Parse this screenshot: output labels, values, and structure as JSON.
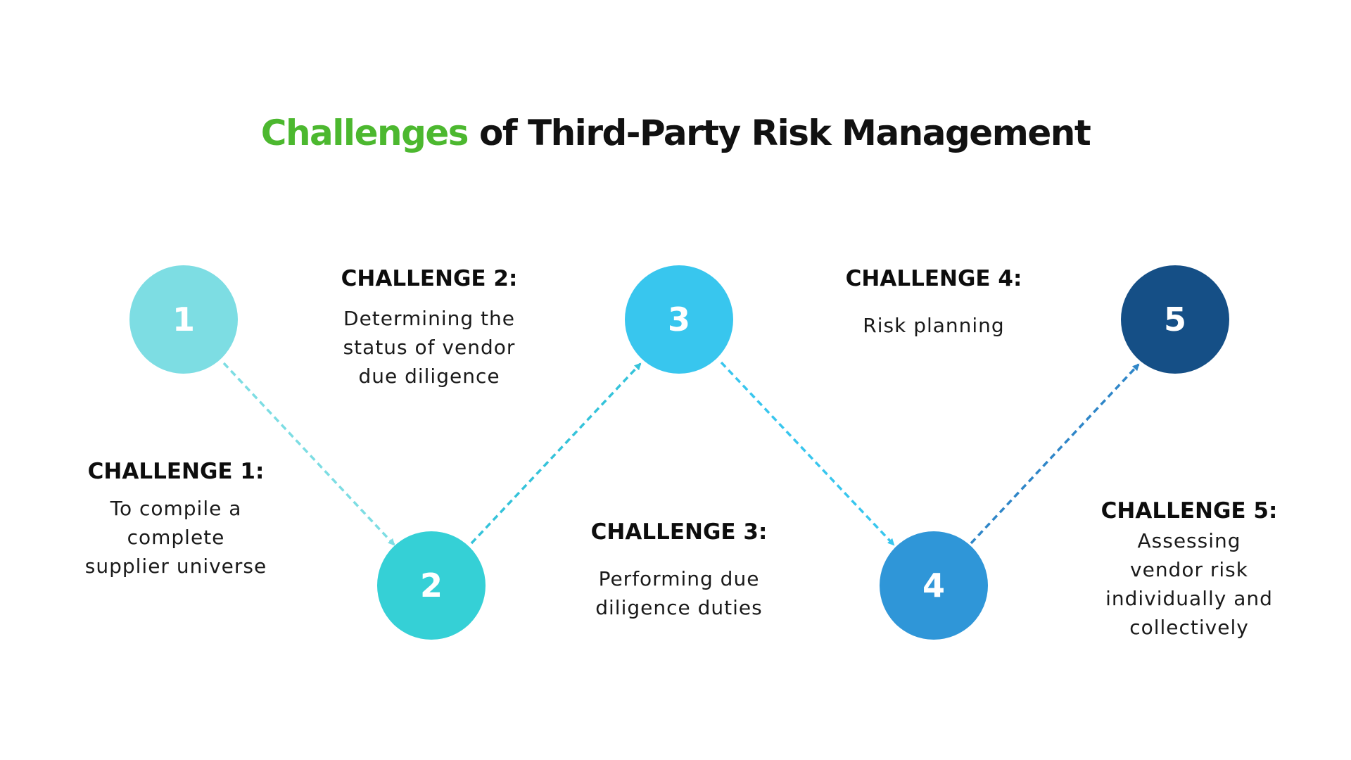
{
  "title": {
    "accent": "Challenges",
    "rest": "of Third-Party Risk Management"
  },
  "colors": {
    "accent": "#4cb82f",
    "step1": "#7ddde3",
    "step2": "#35d0d6",
    "step3": "#38c6ee",
    "step4": "#2f96d8",
    "step5": "#154f86"
  },
  "steps": [
    {
      "number": "1",
      "heading": "CHALLENGE 1:",
      "lines": [
        "To compile a",
        "complete",
        "supplier universe"
      ]
    },
    {
      "number": "2",
      "heading": "CHALLENGE 2:",
      "lines": [
        "Determining the",
        "status of vendor",
        "due diligence"
      ]
    },
    {
      "number": "3",
      "heading": "CHALLENGE 3:",
      "lines": [
        "Performing due",
        "diligence duties"
      ]
    },
    {
      "number": "4",
      "heading": "CHALLENGE 4:",
      "lines": [
        "Risk planning"
      ]
    },
    {
      "number": "5",
      "heading": "CHALLENGE 5:",
      "lines": [
        "Assessing",
        "vendor risk",
        "individually and",
        "collectively"
      ]
    }
  ]
}
